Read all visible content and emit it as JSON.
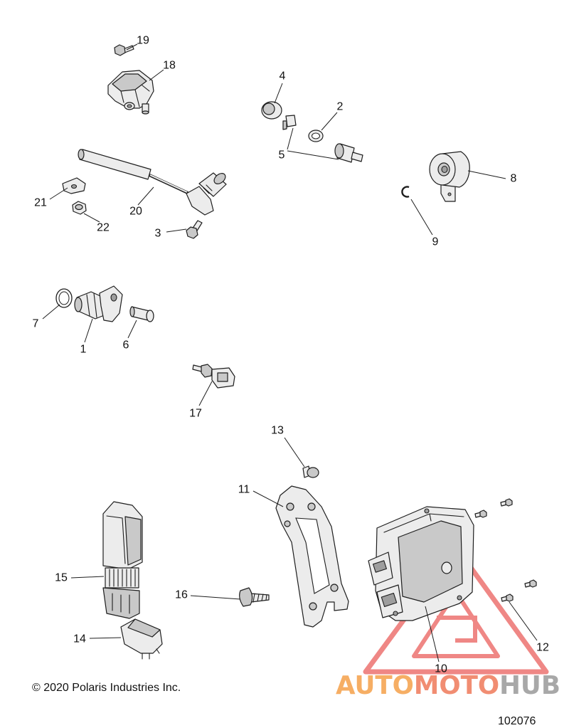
{
  "callouts": [
    "19",
    "18",
    "4",
    "2",
    "5",
    "8",
    "21",
    "20",
    "22",
    "3",
    "9",
    "7",
    "1",
    "6",
    "17",
    "13",
    "11",
    "15",
    "16",
    "14",
    "12",
    "10"
  ],
  "footer": {
    "copyright": "© 2020 Polaris Industries Inc.",
    "diagram_number": "102076"
  },
  "watermark": {
    "part1": "AUTO",
    "part2": "MOTO",
    "part3": "HUB"
  },
  "colors": {
    "line": "#1e1e1e",
    "part_fill": "#ececec",
    "watermark_red": "#e53935",
    "watermark_orange": "#f5a04a",
    "watermark_salmon": "#ef7a5a",
    "watermark_gray": "#9a9a9a"
  }
}
